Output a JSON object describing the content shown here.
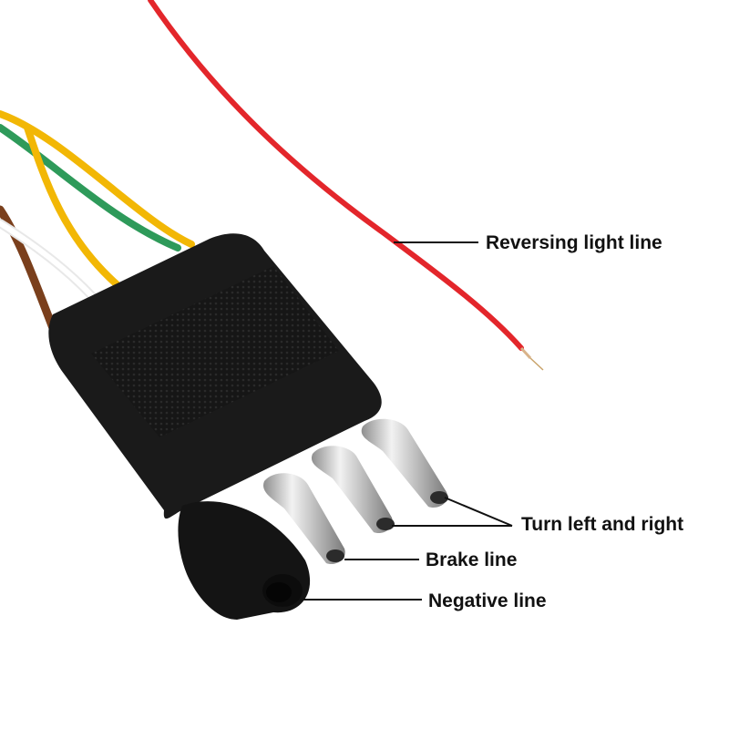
{
  "labels": {
    "reversing": "Reversing light line",
    "turn": "Turn left and right",
    "brake": "Brake line",
    "negative": "Negative line"
  },
  "colors": {
    "background": "#ffffff",
    "red_wire": "#e3262b",
    "yellow_wire": "#f2b705",
    "green_wire": "#2e9a5a",
    "white_wire": "#f4f4f4",
    "brown_wire": "#7a3f1c",
    "connector_body": "#1a1a1a",
    "pin_metal": "#c9c9c9",
    "callout_line": "#111111"
  },
  "icons": [
    "trailer-connector-4pin",
    "red-wire",
    "yellow-wire",
    "green-wire",
    "white-wire",
    "brown-wire"
  ]
}
